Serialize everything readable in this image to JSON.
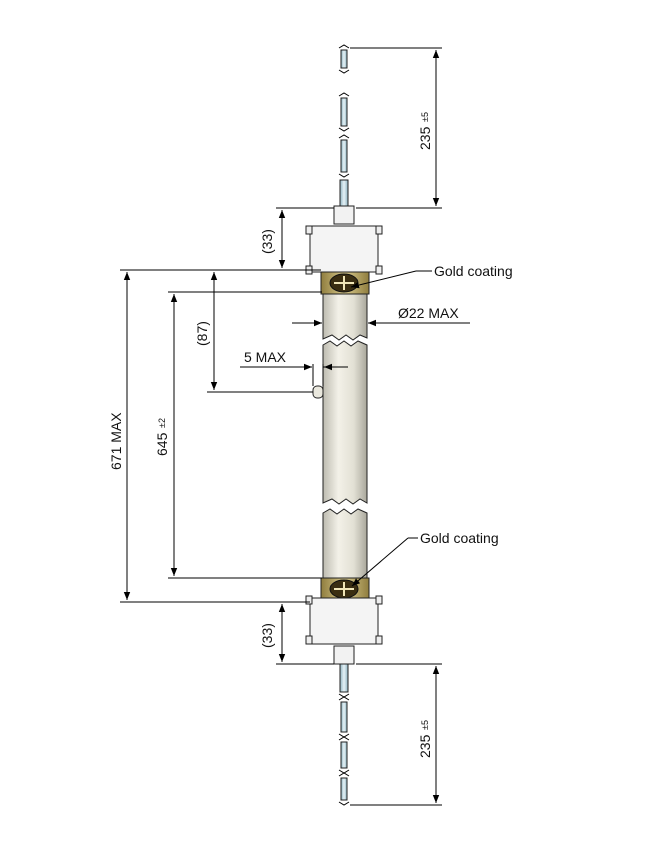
{
  "dimensions": {
    "top_lead": {
      "value": "235",
      "tolerance": "±5"
    },
    "top_cap": "(33)",
    "overall_length": "671 MAX",
    "arc_length": {
      "value": "645",
      "tolerance": "±2"
    },
    "side_tube_pos": "(87)",
    "side_tube_len": "5 MAX",
    "diameter": "Ø22 MAX",
    "bottom_cap": "(33)",
    "bottom_lead": {
      "value": "235",
      "tolerance": "±5"
    }
  },
  "labels": {
    "gold_top": "Gold coating",
    "gold_bottom": "Gold coating"
  },
  "colors": {
    "tube": "#e9e7dc",
    "cap": "#f4f4f4",
    "gold": "#b9a66a",
    "wire": "#cfe3ea"
  }
}
